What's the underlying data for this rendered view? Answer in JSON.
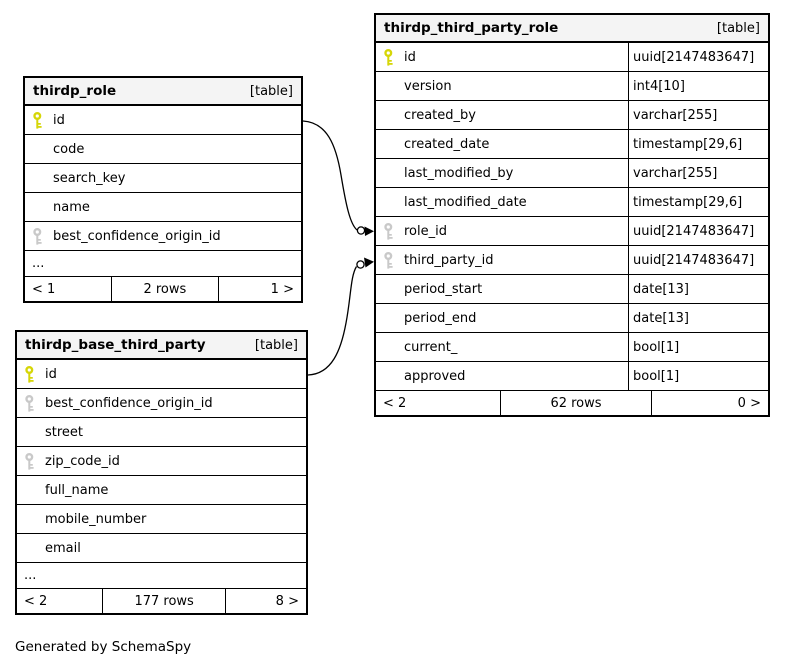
{
  "page": {
    "background": "#ffffff",
    "footer_note": "Generated by SchemaSpy"
  },
  "colors": {
    "primary_key": "#d6d607",
    "foreign_key": "#c9c9c9",
    "header_bg": "#f4f4f4",
    "border": "#000000"
  },
  "tables": [
    {
      "title": "thirdp_role",
      "badge": "[table]",
      "columns": [
        {
          "name": "id",
          "key": "primary"
        },
        {
          "name": "code"
        },
        {
          "name": "search_key"
        },
        {
          "name": "name"
        },
        {
          "name": "best_confidence_origin_id",
          "key": "foreign"
        },
        {
          "name": "...",
          "ellipsis": true
        }
      ],
      "footer": {
        "left": "< 1",
        "center": "2 rows",
        "right": "1 >"
      }
    },
    {
      "title": "thirdp_base_third_party",
      "badge": "[table]",
      "columns": [
        {
          "name": "id",
          "key": "primary"
        },
        {
          "name": "best_confidence_origin_id",
          "key": "foreign"
        },
        {
          "name": "street"
        },
        {
          "name": "zip_code_id",
          "key": "foreign"
        },
        {
          "name": "full_name"
        },
        {
          "name": "mobile_number"
        },
        {
          "name": "email"
        },
        {
          "name": "...",
          "ellipsis": true
        }
      ],
      "footer": {
        "left": "< 2",
        "center": "177 rows",
        "right": "8 >"
      }
    },
    {
      "title": "thirdp_third_party_role",
      "badge": "[table]",
      "columns": [
        {
          "name": "id",
          "key": "primary",
          "type": "uuid[2147483647]"
        },
        {
          "name": "version",
          "type": "int4[10]"
        },
        {
          "name": "created_by",
          "type": "varchar[255]"
        },
        {
          "name": "created_date",
          "type": "timestamp[29,6]"
        },
        {
          "name": "last_modified_by",
          "type": "varchar[255]"
        },
        {
          "name": "last_modified_date",
          "type": "timestamp[29,6]"
        },
        {
          "name": "role_id",
          "key": "foreign",
          "type": "uuid[2147483647]"
        },
        {
          "name": "third_party_id",
          "key": "foreign",
          "type": "uuid[2147483647]"
        },
        {
          "name": "period_start",
          "type": "date[13]"
        },
        {
          "name": "period_end",
          "type": "date[13]"
        },
        {
          "name": "current_",
          "type": "bool[1]"
        },
        {
          "name": "approved",
          "type": "bool[1]"
        }
      ],
      "footer": {
        "left": "< 2",
        "center": "62 rows",
        "right": "0 >"
      }
    }
  ],
  "relationships": [
    {
      "from": "thirdp_role.id",
      "to": "thirdp_third_party_role.role_id"
    },
    {
      "from": "thirdp_base_third_party.id",
      "to": "thirdp_third_party_role.third_party_id"
    }
  ]
}
